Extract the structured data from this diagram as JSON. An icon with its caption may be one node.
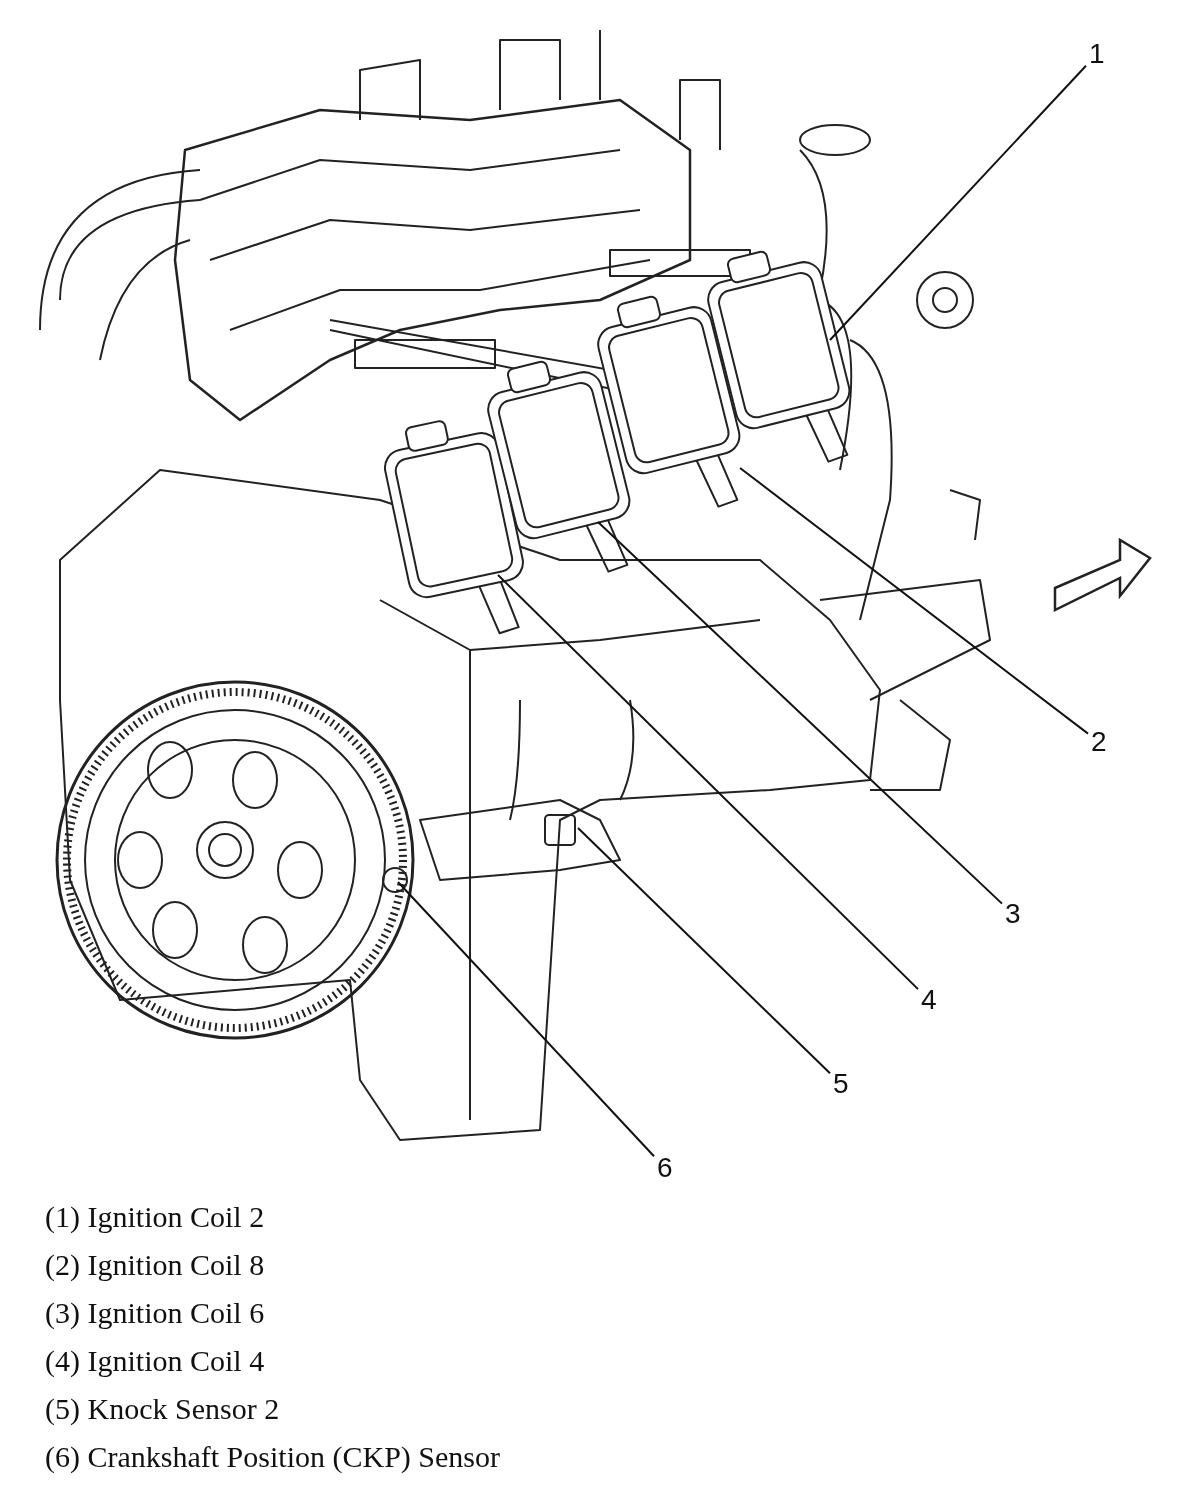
{
  "diagram": {
    "nodes": [
      {
        "text": [
          "1"
        ]
      },
      {
        "text": [
          "2"
        ]
      },
      {
        "text": [
          "3"
        ]
      },
      {
        "text": [
          "4"
        ]
      },
      {
        "text": [
          "5"
        ]
      },
      {
        "text": [
          "6"
        ]
      }
    ],
    "edges": [
      {
        "from": 0,
        "to": null,
        "arrow": "none"
      },
      {
        "from": 1,
        "to": null,
        "arrow": "none"
      },
      {
        "from": 2,
        "to": null,
        "arrow": "none"
      },
      {
        "from": 3,
        "to": null,
        "arrow": "none"
      },
      {
        "from": 4,
        "to": null,
        "arrow": "none"
      },
      {
        "from": 5,
        "to": null,
        "arrow": "none"
      }
    ],
    "labels": [
      "(1) Ignition Coil 2",
      "(2) Ignition Coil 8",
      "(3) Ignition Coil 6",
      "(4) Ignition Coil 4",
      "(5) Knock Sensor 2",
      "(6) Crankshaft Position (CKP) Sensor"
    ]
  }
}
